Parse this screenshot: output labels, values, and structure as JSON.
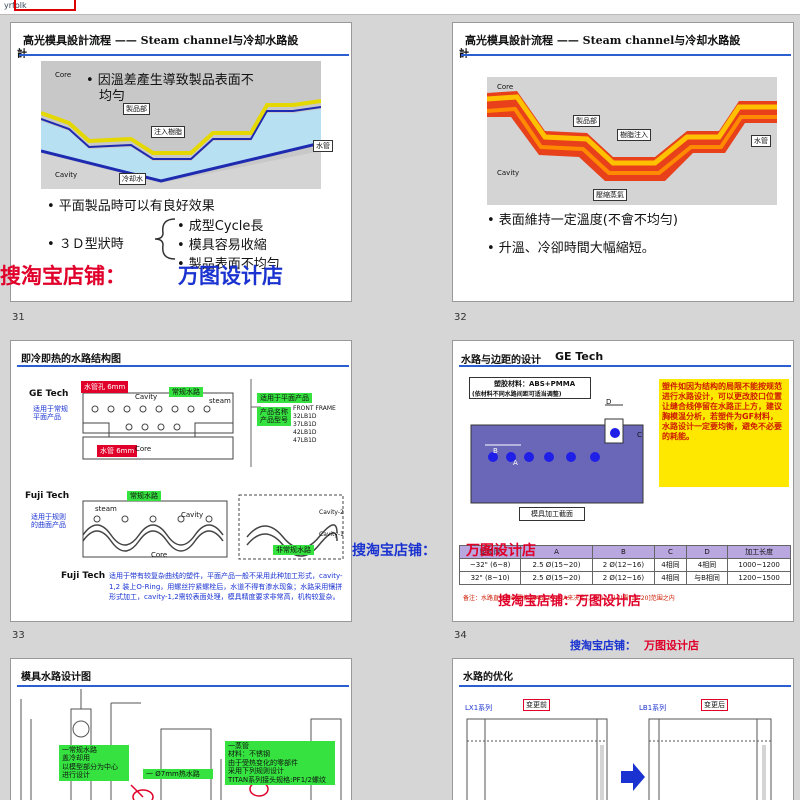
{
  "topbar": {
    "label": "yrfolk"
  },
  "slides": {
    "s31": {
      "title": "高光模具設計流程 —— Steam channel与冷却水路設",
      "title2": "計",
      "num": "31",
      "diagram": {
        "core": "Core",
        "cavity": "Cavity",
        "part": "製品部",
        "resin": "注入樹脂",
        "water_pipe": "水管",
        "cooling": "冷却水"
      },
      "bullet_uneven": "• 因溫差產生導致製品表面不",
      "bullet_uneven2": "均勻",
      "bullet_flat": "• 平面製品時可以有良好效果",
      "bullet_3d": "• ３Ｄ型狀時",
      "sub": [
        "• 成型Cycle長",
        "• 模具容易收縮",
        "• 製品表面不均勻"
      ]
    },
    "s32": {
      "title": "高光模具設計流程 —— Steam channel与冷却水路設",
      "title2": "計",
      "num": "32",
      "diagram": {
        "core": "Core",
        "cavity": "Cavity",
        "part": "製品部",
        "resin": "樹脂注入",
        "water_pipe": "水管",
        "steam": "壓縮蒸氣"
      },
      "bullets": [
        "• 表面維持一定溫度(不會不均勻)",
        "• 升溫、冷卻時間大幅縮短。"
      ]
    },
    "s33": {
      "title": "即冷即热的水路结构图",
      "num": "33",
      "ge": "GE Tech",
      "ge_note": "适用于常规\n平面产品",
      "ge_labels": {
        "cavity": "Cavity",
        "steam_pipe": "常规水路",
        "steam": "steam",
        "core": "Core",
        "red_top": "水管孔 6mm",
        "red_bottom": "水管 6mm"
      },
      "ge_side_title": "适用于平面产品",
      "ge_side_sub": "产品名称\n产品型号",
      "ge_side_list": [
        "FRONT FRAME",
        "32LB1D",
        "37LB1D",
        "42LB1D",
        "47LB1D"
      ],
      "fuji": "Fuji Tech",
      "fuji_note": "适用于规则\n的曲面产品",
      "fuji_labels": {
        "cavity": "Cavity",
        "steam": "steam",
        "core": "Core",
        "cavity_pipe": "常规水路",
        "cav2": "Cavity-2",
        "cav1": "Cavity-1",
        "bottom": "非常规水路"
      },
      "desc_title": "Fuji Tech",
      "desc": "适用于带有较复杂曲线的塑件，平面产品一般不采用此种加工形式，cavity-1,2 装上O-Ring，用螺丝拧紧螺栓后，水道不得有渗水现象；水路采用镶拼形式加工，cavity-1,2需较表面处理，模具精度要求非常高，机构较复杂。"
    },
    "s34": {
      "title": "水路与边距的设计",
      "title_tech": "GE Tech",
      "mat": "塑胶材料：ABS+PMMA",
      "mat2": "(依材料不同水路间距可适当调整)",
      "section": "模具加工截面",
      "yellow": "塑件如因为结构的局限不能按规范进行水路设计，可以更改胶口位置让缝合线停留在水路正上方，建议胸模温分析，若塑件为GF材料，水路设计一定要均衡，避免不必要的耗能。",
      "table_head": [
        "塑胶厚",
        "A",
        "B",
        "C",
        "D",
        "加工长度"
      ],
      "table_rows": [
        [
          "~32\" (6~8)",
          "2.5 Ø(15~20)",
          "2 Ø(12~16)",
          "4相同",
          "4相同",
          "1000~1200"
        ],
        [
          "32\" (8~10)",
          "2.5 Ø(15~20)",
          "2 Ø(12~16)",
          "4相同",
          "与B相同",
          "1200~1500"
        ]
      ],
      "footnote": "备注：水路直径为8(需依据ABS/PMMA来决定)，B(12~16)需[15-20]范围之内",
      "num": "34"
    },
    "s35": {
      "title": "模具水路设计图",
      "green1": "一常规水路\n盖冷却用\n以模型部分为中心\n进行设计",
      "green2": "一蒸管\n材料：不锈钢\n由于受热变化的零部件\n采用下列规则设计\nTITAN系列接头规格:PF1/2螺纹",
      "green3": "一 Ø7mm热水路"
    },
    "s36": {
      "title": "水路的优化",
      "lx1": "LX1系列",
      "before": "变更前",
      "lb1": "LB1系列",
      "after": "变更后"
    }
  },
  "watermarks": {
    "shop_big_left": "搜淘宝店铺：",
    "shop_big_right": "万图设计店",
    "shop_med_left": "搜淘宝店铺：",
    "shop_med_right": "万图设计店",
    "shop_red": "搜淘宝店铺：万图设计店",
    "shop_small_left": "搜淘宝店铺：",
    "shop_small_right": "万图设计店"
  },
  "colors": {
    "accent_line": "#2b5fd0",
    "watermark_red": "#e0002a",
    "watermark_blue": "#1a33d0",
    "note_green": "#35e23f",
    "note_yellow": "#ffe800"
  }
}
